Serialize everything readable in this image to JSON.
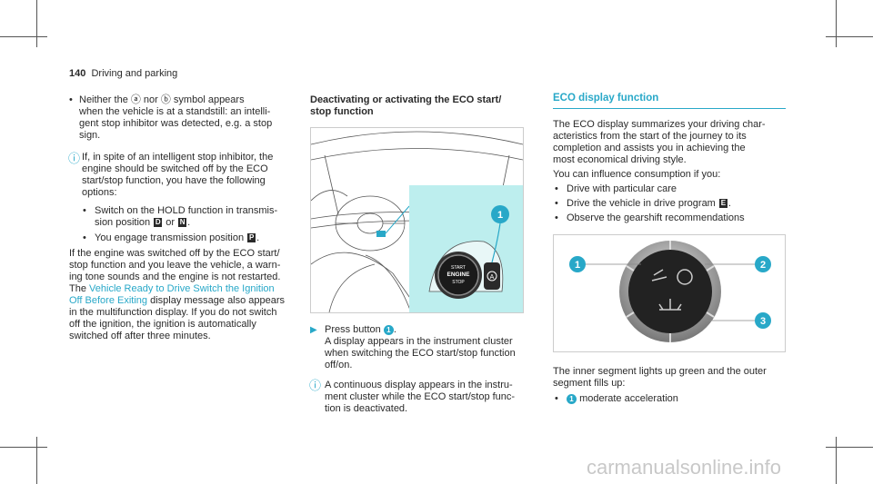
{
  "header": {
    "page_number": "140",
    "section": "Driving and parking"
  },
  "left_column": {
    "bullet1": [
      "Neither the ⓐ nor ⓑ symbol appears",
      "when the vehicle is at a standstill: an intelli-",
      "gent stop inhibitor was detected, e.g. a stop",
      "sign."
    ],
    "note": [
      "If, in spite of an intelligent stop inhibitor, the",
      "engine should be switched off by the ECO",
      "start/stop function, you have the following",
      "options:"
    ],
    "sub1": [
      "Switch on the HOLD function in transmis-",
      "sion position"
    ],
    "sub1_keys": [
      "D",
      "N"
    ],
    "sub1_or": "or",
    "sub2": "You engage transmission position",
    "sub2_key": "P",
    "para": [
      "If the engine was switched off by the ECO start/",
      "stop function and you leave the vehicle, a warn-",
      "ing tone sounds and the engine is not restarted."
    ],
    "para_the": "The",
    "para_link1": "Vehicle Ready to Drive Switch the Ignition",
    "para_link2": "Off Before Exiting",
    "para_rest": [
      "display message also appears",
      "in the multifunction display. If you do not switch",
      "off the ignition, the ignition is automatically",
      "switched off after three minutes."
    ]
  },
  "middle_column": {
    "heading": [
      "Deactivating or activating the ECO start/",
      "stop function"
    ],
    "figure": {
      "button_lines": [
        "START",
        "ENGINE",
        "STOP"
      ],
      "callout": "1"
    },
    "step": [
      "Press button",
      "A display appears in the instrument cluster",
      "when switching the ECO start/stop function",
      "off/on."
    ],
    "step_num": "1",
    "note": [
      "A continuous display appears in the instru-",
      "ment cluster while the ECO start/stop func-",
      "tion is deactivated."
    ]
  },
  "right_column": {
    "heading": "ECO display function",
    "intro": [
      "The ECO display summarizes your driving char-",
      "acteristics from the start of the journey to its",
      "completion and assists you in achieving the",
      "most economical driving style."
    ],
    "influence": "You can influence consumption if you:",
    "bullets": [
      "Drive with particular care",
      "Drive the vehicle in drive program",
      "Observe the gearshift recommendations"
    ],
    "drive_key": "E",
    "figure_callouts": [
      "1",
      "2",
      "3"
    ],
    "outer": [
      "The inner segment lights up green and the outer",
      "segment fills up:"
    ],
    "item": "moderate acceleration",
    "item_num": "1"
  },
  "watermark": "carmanualsonline.info",
  "colors": {
    "accent": "#28a8c8",
    "figure_highlight": "#bdeeee"
  }
}
